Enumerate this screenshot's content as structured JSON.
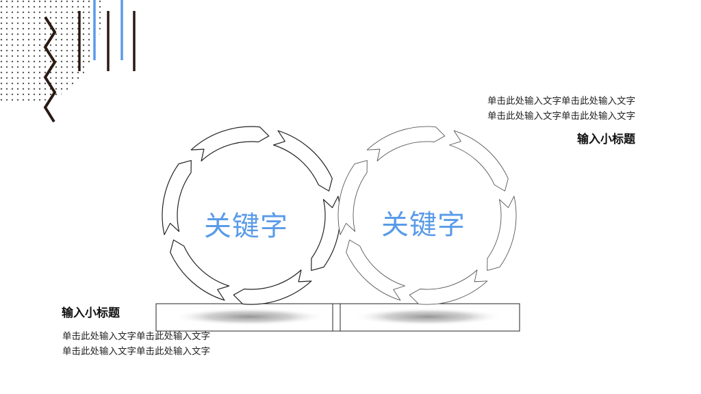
{
  "colors": {
    "accent": "#5a9be8",
    "dark": "#2a1a14",
    "dots": "#555555",
    "outline": "#222222"
  },
  "keywords": {
    "left": "关键字",
    "right": "关键字"
  },
  "blocks": {
    "top_right": {
      "title": "输入小标题",
      "lines": [
        "单击此处输入文字单击此处输入文字",
        "单击此处输入文字单击此处输入文字"
      ]
    },
    "bottom_left": {
      "title": "输入小标题",
      "lines": [
        "单击此处输入文字单击此处输入文字",
        "单击此处输入文字单击此处输入文字"
      ]
    }
  }
}
